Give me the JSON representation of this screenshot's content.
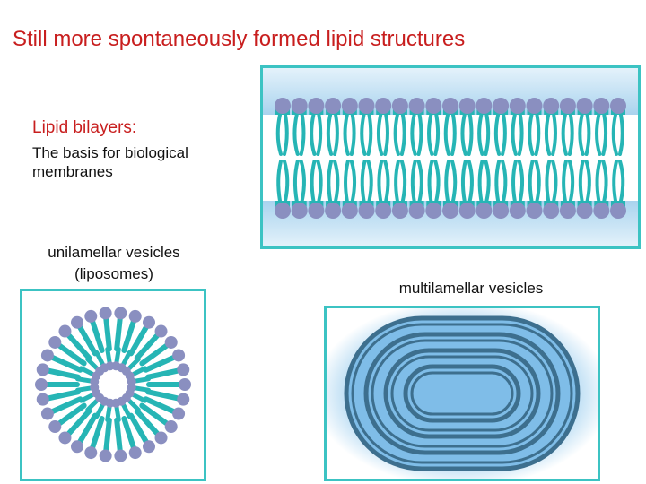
{
  "title": "Still more spontaneously formed lipid structures",
  "bilayer": {
    "heading": "Lipid bilayers:",
    "subtitle": "The basis for biological membranes"
  },
  "unilamellar": {
    "label_line1": "unilamellar vesicles",
    "label_line2": "(liposomes)"
  },
  "multilamellar": {
    "label": "multilamellar vesicles"
  },
  "colors": {
    "title": "#c81e1e",
    "panel_border": "#3cc3c3",
    "lipid_head": "#8a8fc0",
    "lipid_tail": "#26b5b5",
    "water": "#a9d3ee",
    "vesicle_fill": "#7fbde8",
    "vesicle_ring": "#3d6f8e"
  }
}
